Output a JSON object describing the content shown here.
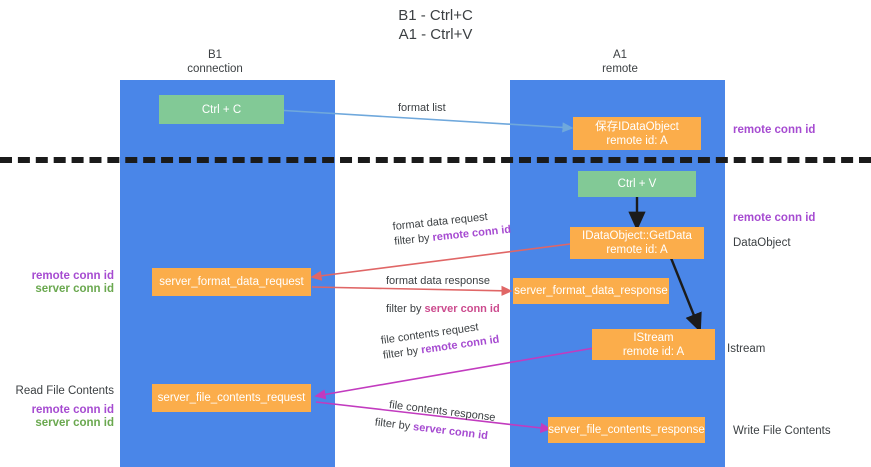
{
  "title": {
    "line1": "B1 - Ctrl+C",
    "line2": "A1 - Ctrl+V"
  },
  "columns": [
    {
      "name": "B1",
      "role": "connection"
    },
    {
      "name": "A1",
      "role": "remote"
    }
  ],
  "nodes": {
    "ctrl_c": {
      "label": "Ctrl + C"
    },
    "ctrl_v": {
      "label": "Ctrl + V"
    },
    "save_idataobject": {
      "line1": "保存IDataObject",
      "line2": "remote id: A"
    },
    "idataobject_getdata": {
      "line1": "IDataObject::GetData",
      "line2": "remote id: A"
    },
    "istream": {
      "line1": "IStream",
      "line2": "remote id: A"
    },
    "server_format_data_request": {
      "label": "server_format_data_request"
    },
    "server_format_data_response": {
      "label": "server_format_data_response"
    },
    "server_file_contents_request": {
      "label": "server_file_contents_request"
    },
    "server_file_contents_response": {
      "label": "server_file_contents_response"
    }
  },
  "edge_labels": {
    "format_list": "format list",
    "format_data_request": "format data request",
    "format_data_request_filter_prefix": "filter by ",
    "format_data_request_filter_key": "remote conn id",
    "format_data_response": "format data response",
    "format_data_response_filter_prefix": "filter by ",
    "format_data_response_filter_key": "server conn id",
    "file_contents_request": "file contents request",
    "file_contents_request_filter_prefix": "filter by ",
    "file_contents_request_filter_key": "remote conn id",
    "file_contents_response": "file contents response",
    "file_contents_response_filter_prefix": "filter by ",
    "file_contents_response_filter_key": "server conn id"
  },
  "annotations": {
    "right_remote_conn_id_top": "remote conn id",
    "right_remote_conn_id_mid": "remote conn id",
    "right_dataobject": "DataObject",
    "right_istream": "Istream",
    "right_write_file_contents": "Write File Contents",
    "left_remote_conn_id_mid": "remote conn id",
    "left_server_conn_id_mid": "server conn id",
    "left_read_file_contents": "Read File Contents",
    "left_remote_conn_id_bottom": "remote conn id",
    "left_server_conn_id_bottom": "server conn id"
  },
  "colors": {
    "lane": "#4a86e8",
    "node_orange": "#fbad4b",
    "node_green": "#82c996",
    "remote_key": "#a64bd1",
    "server_key_green": "#6aa84f",
    "server_key_pink": "#cc4b8e",
    "arrow_blue": "#6fa8dc",
    "arrow_red": "#e06666",
    "arrow_magenta": "#c23bbf",
    "arrow_black": "#1b1b1b",
    "divider": "#1b1b1b"
  }
}
